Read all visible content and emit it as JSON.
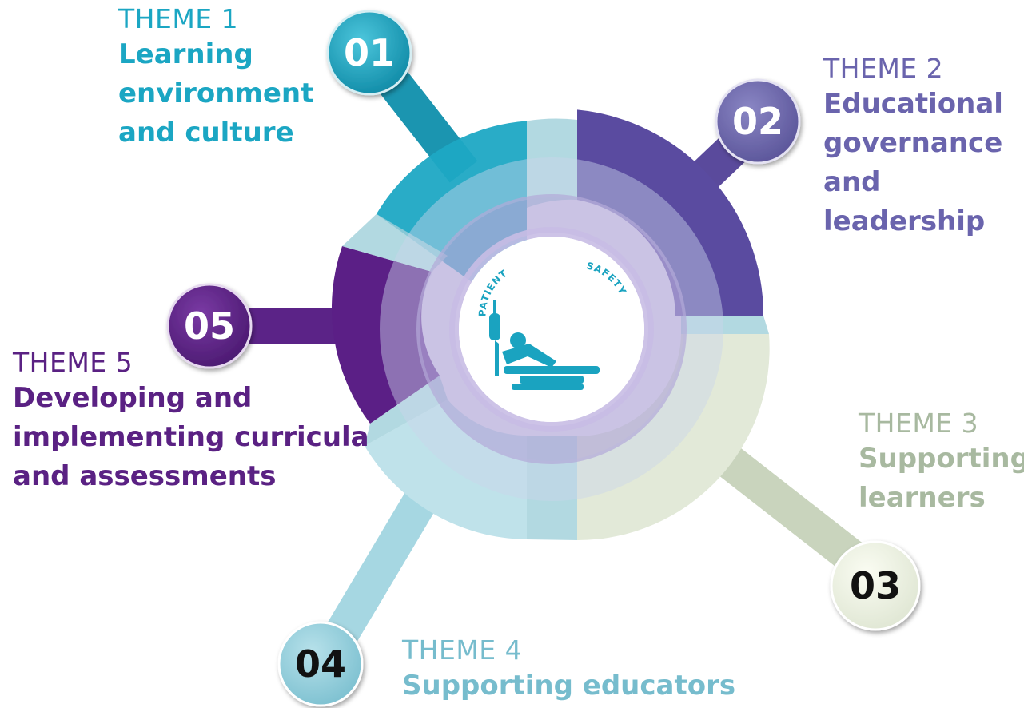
{
  "center": {
    "arc_left": "PATIENT",
    "arc_right": "SAFETY",
    "icon": "patient-in-bed-icon"
  },
  "themes": [
    {
      "kicker": "THEME 1",
      "title_lines": [
        "Learning",
        "environment",
        "and culture"
      ],
      "number": "01",
      "color": "#1ba6c3"
    },
    {
      "kicker": "THEME 2",
      "title_lines": [
        "Educational",
        "governance",
        "and leadership"
      ],
      "number": "02",
      "color": "#6a64ad"
    },
    {
      "kicker": "THEME 3",
      "title_lines": [
        "Supporting",
        "learners"
      ],
      "number": "03",
      "color": "#a8b9a0"
    },
    {
      "kicker": "THEME 4",
      "title_lines": [
        "Supporting educators"
      ],
      "number": "04",
      "color": "#76bccd"
    },
    {
      "kicker": "THEME 5",
      "title_lines": [
        "Developing and",
        "implementing curricula",
        "and assessments"
      ],
      "number": "05",
      "color": "#5a2183"
    }
  ]
}
